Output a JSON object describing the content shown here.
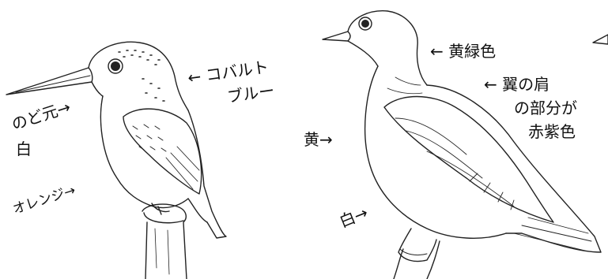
{
  "kingfisher": {
    "label_cobalt_line1": "← コバルト",
    "label_cobalt_line2": "ブルー",
    "label_throat_line1": "のど元→",
    "label_throat_line2": "白",
    "label_orange": "オレンジ→"
  },
  "pigeon": {
    "label_head": "← 黄緑色",
    "label_wing_line1": "← 翼の肩",
    "label_wing_line2": "の部分が",
    "label_wing_line3": "赤紫色",
    "label_yellow": "黄→",
    "label_white": "白→"
  },
  "colors": {
    "ink": "#111111",
    "paper": "#ffffff"
  }
}
